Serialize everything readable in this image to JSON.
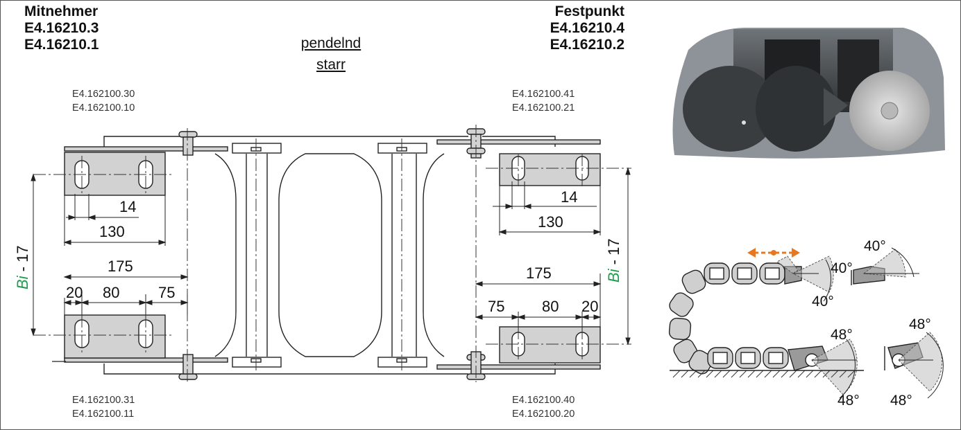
{
  "header": {
    "left_title": "Mitnehmer",
    "left_codes": [
      "E4.16210.3",
      "E4.16210.1"
    ],
    "right_title": "Festpunkt",
    "right_codes": [
      "E4.16210.4",
      "E4.16210.2"
    ],
    "middle_labels": [
      "pendelnd",
      "starr"
    ]
  },
  "part_numbers": {
    "top_left": [
      "E4.162100.30",
      "E4.162100.10"
    ],
    "top_right": [
      "E4.162100.41",
      "E4.162100.21"
    ],
    "bottom_left": [
      "E4.162100.31",
      "E4.162100.11"
    ],
    "bottom_right": [
      "E4.162100.40",
      "E4.162100.20"
    ]
  },
  "dimensions": {
    "slot": "14",
    "bracket_width": "130",
    "overall": "175",
    "d20": "20",
    "d80": "80",
    "d75": "75",
    "inner_width_prefix": "Bi",
    "inner_width_suffix": " - 17"
  },
  "angles": {
    "a40": "40°",
    "a48": "48°"
  },
  "colors": {
    "bi_green": "#1a9e4a",
    "motion_arrow": "#e87722",
    "bracket_fill": "#d2d2d2",
    "line": "#222222"
  },
  "icons": [
    "motion-arrow-icon"
  ]
}
